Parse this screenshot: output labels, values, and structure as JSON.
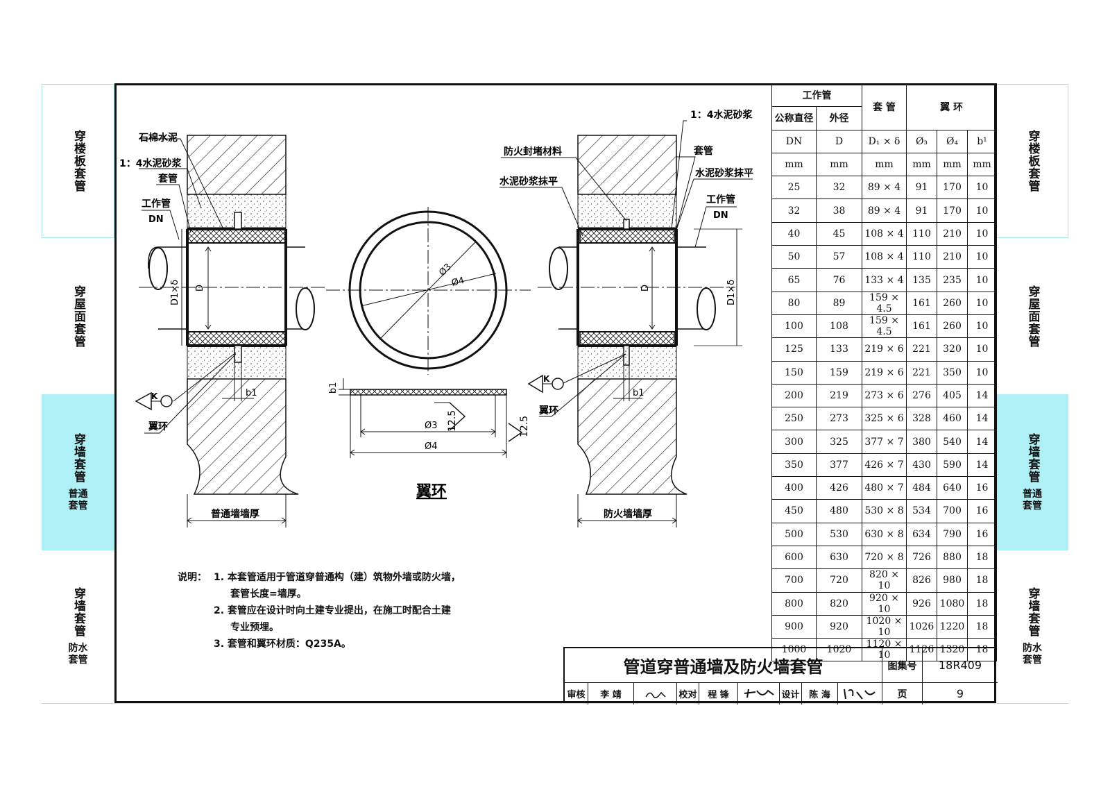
{
  "side_tabs": [
    {
      "label": "穿楼板套管",
      "sub": ""
    },
    {
      "label": "穿屋面套管",
      "sub": ""
    },
    {
      "label": "穿墙套管",
      "sub": "普通套管"
    },
    {
      "label": "穿墙套管",
      "sub": "防水套管"
    }
  ],
  "right_tabs": [
    {
      "label": "穿楼板套管",
      "sub": ""
    },
    {
      "label": "穿屋面套管",
      "sub": ""
    },
    {
      "label": "穿墙套管",
      "sub": "普通套管"
    },
    {
      "label": "穿墙套管",
      "sub": "防水套管"
    }
  ],
  "colors": {
    "active_tab": "#aef0f6",
    "tab_border": "#a8e6ec",
    "line": "#111111"
  },
  "left_drawing": {
    "labels": {
      "asbestos_cement": "石棉水泥",
      "mortar": "1：4水泥砂浆",
      "sleeve": "套管",
      "work_pipe": "工作管",
      "dn": "DN",
      "d": "D",
      "d1_delta": "D1×δ",
      "b1": "b1",
      "k": "K",
      "wing_ring": "翼环",
      "wall_thickness": "普通墙墙厚"
    }
  },
  "ring_drawing": {
    "labels": {
      "phi3": "Ø3",
      "phi4": "Ø4",
      "b1": "b1",
      "weld": "12.5",
      "weld2": "12.5",
      "title": "翼环"
    }
  },
  "right_drawing": {
    "labels": {
      "mortar": "1：4水泥砂浆",
      "fire_seal": "防火封堵材料",
      "sleeve": "套管",
      "mortar_flat_left": "水泥砂浆抹平",
      "mortar_flat_right": "水泥砂浆抹平",
      "work_pipe": "工作管",
      "dn": "DN",
      "d": "D",
      "d1_delta": "D1×δ",
      "b1": "b1",
      "k": "K",
      "wing_ring": "翼环",
      "wall_thickness": "防火墙墙厚"
    }
  },
  "table": {
    "group_headers": {
      "work_pipe": "工作管",
      "sleeve": "套 管",
      "wing_ring": "翼 环"
    },
    "sub_headers": {
      "nominal": "公称直径",
      "outer": "外径"
    },
    "symbols": [
      "DN",
      "D",
      "D₁ × δ",
      "Ø₃",
      "Ø₄",
      "b¹"
    ],
    "units": [
      "mm",
      "mm",
      "mm",
      "mm",
      "mm",
      "mm"
    ],
    "rows": [
      [
        "25",
        "32",
        "89 × 4",
        "91",
        "170",
        "10"
      ],
      [
        "32",
        "38",
        "89 × 4",
        "91",
        "170",
        "10"
      ],
      [
        "40",
        "45",
        "108 × 4",
        "110",
        "210",
        "10"
      ],
      [
        "50",
        "57",
        "108 × 4",
        "110",
        "210",
        "10"
      ],
      [
        "65",
        "76",
        "133 × 4",
        "135",
        "235",
        "10"
      ],
      [
        "80",
        "89",
        "159 × 4.5",
        "161",
        "260",
        "10"
      ],
      [
        "100",
        "108",
        "159 × 4.5",
        "161",
        "260",
        "10"
      ],
      [
        "125",
        "133",
        "219 × 6",
        "221",
        "320",
        "10"
      ],
      [
        "150",
        "159",
        "219 × 6",
        "221",
        "350",
        "10"
      ],
      [
        "200",
        "219",
        "273 × 6",
        "276",
        "405",
        "14"
      ],
      [
        "250",
        "273",
        "325 × 6",
        "328",
        "460",
        "14"
      ],
      [
        "300",
        "325",
        "377 × 7",
        "380",
        "540",
        "14"
      ],
      [
        "350",
        "377",
        "426 × 7",
        "430",
        "590",
        "14"
      ],
      [
        "400",
        "426",
        "480 × 7",
        "484",
        "640",
        "16"
      ],
      [
        "450",
        "480",
        "530 × 8",
        "534",
        "700",
        "16"
      ],
      [
        "500",
        "530",
        "630 × 8",
        "634",
        "790",
        "16"
      ],
      [
        "600",
        "630",
        "720 × 8",
        "726",
        "880",
        "18"
      ],
      [
        "700",
        "720",
        "820 × 10",
        "826",
        "980",
        "18"
      ],
      [
        "800",
        "820",
        "920 × 10",
        "926",
        "1080",
        "18"
      ],
      [
        "900",
        "920",
        "1020 × 10",
        "1026",
        "1220",
        "18"
      ],
      [
        "1000",
        "1020",
        "1120 × 10",
        "1126",
        "1320",
        "18"
      ]
    ]
  },
  "notes": {
    "label": "说明：",
    "items": [
      "1. 本套管适用于管道穿普通构（建）筑物外墙或防火墙，",
      "套管长度=墙厚。",
      "2. 套管应在设计时向土建专业提出，在施工时配合土建",
      "专业预埋。",
      "3. 套管和翼环材质：Q235A。"
    ]
  },
  "title_block": {
    "title": "管道穿普通墙及防火墙套管",
    "atlas_label": "图集号",
    "atlas_no": "18R409",
    "review_label": "审核",
    "reviewer": "李 靖",
    "check_label": "校对",
    "checker": "程 锋",
    "design_label": "设计",
    "designer": "陈 海",
    "page_label": "页",
    "page_no": "9"
  }
}
